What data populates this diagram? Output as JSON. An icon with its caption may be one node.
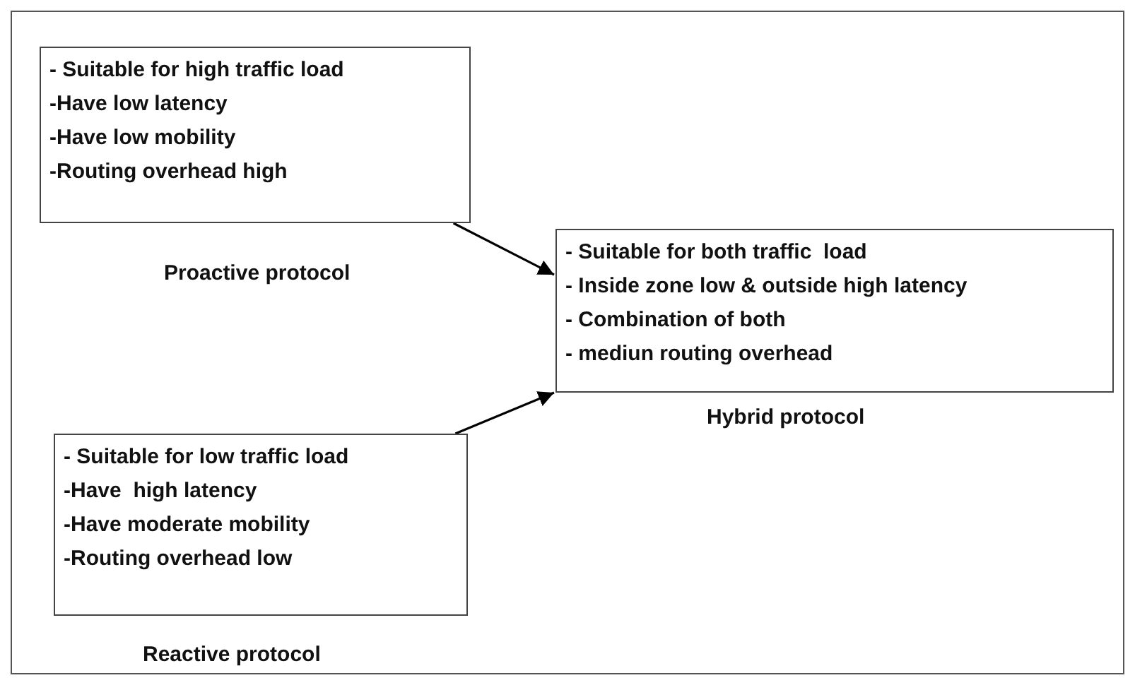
{
  "diagram": {
    "nodes": [
      {
        "text": [
          "- Suitable for high traffic load",
          "-Have low latency",
          "-Have low mobility",
          "-Routing overhead high",
          "Proactive protocol"
        ]
      },
      {
        "text": [
          "- Suitable for both traffic  load",
          "- Inside zone low & outside high latency",
          "- Combination of both",
          "- mediun routing overhead",
          "Hybrid protocol"
        ]
      },
      {
        "text": [
          "- Suitable for low traffic load",
          "-Have  high latency",
          "-Have moderate mobility",
          "-Routing overhead low",
          "Reactive protocol"
        ]
      }
    ],
    "edges": [
      {
        "from": 0,
        "to": 1,
        "arrow": "to"
      },
      {
        "from": 2,
        "to": 1,
        "arrow": "to"
      }
    ]
  }
}
